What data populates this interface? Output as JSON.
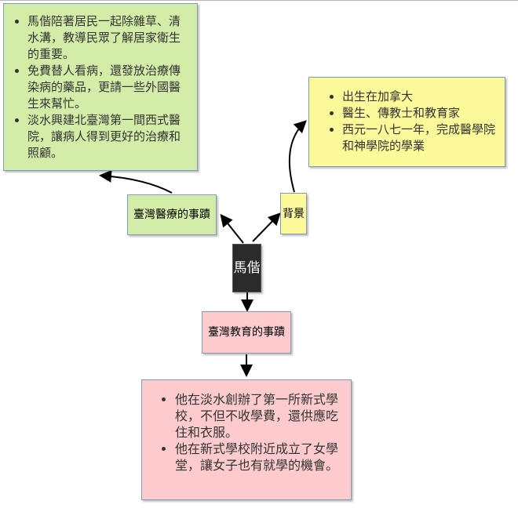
{
  "center": {
    "label": "馬偕"
  },
  "branches": {
    "medical": {
      "label": "臺灣醫療的事蹟",
      "notes": [
        "馬偕陪著居民一起除雜草、清水溝，教導民眾了解居家衛生的重要。",
        "免費替人看病，還發放治療傳染病的藥品，更請一些外國醫生來幫忙。",
        "淡水興建北臺灣第一間西式醫院，讓病人得到更好的治療和照顧。"
      ]
    },
    "background": {
      "label": "背景",
      "notes": [
        "出生在加拿大",
        "醫生、傳教士和教育家",
        "西元一八七一年，完成醫學院和神學院的學業"
      ]
    },
    "education": {
      "label": "臺灣教育的事蹟",
      "notes": [
        "他在淡水創辦了第一所新式學校，不但不收學費，還供應吃住和衣服。",
        "他在新式學校附近成立了女學堂，讓女子也有就學的機會。"
      ]
    }
  },
  "colors": {
    "medical": "#d3eca8",
    "background": "#fcf99b",
    "education": "#fdcbcd",
    "center": "#2b2b2b"
  }
}
